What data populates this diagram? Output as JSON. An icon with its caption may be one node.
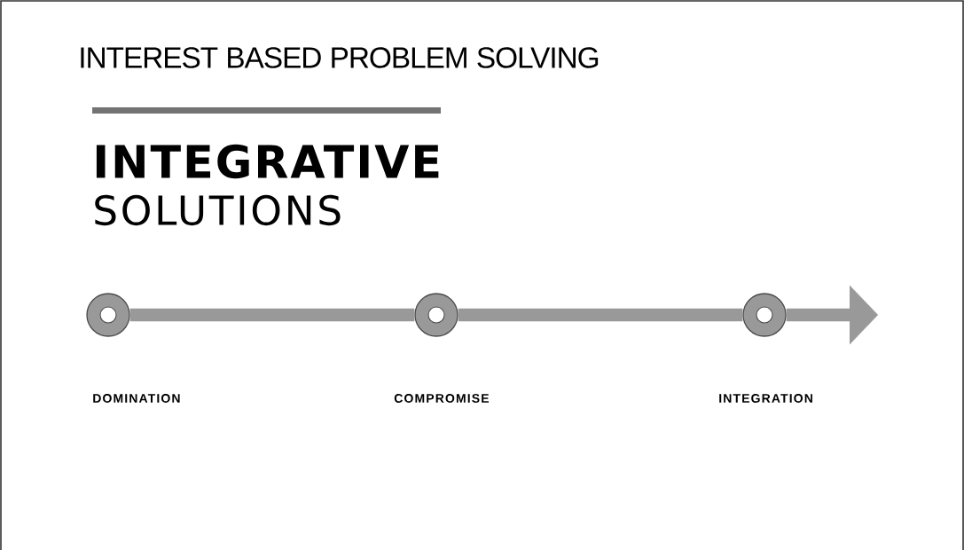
{
  "diagram": {
    "title": "INTEREST BASED PROBLEM SOLVING",
    "nodes": [
      {
        "text": [],
        "shape": "circle"
      },
      {
        "text": [],
        "shape": "circle"
      },
      {
        "text": [],
        "shape": "circle"
      }
    ],
    "edges": [
      {
        "from": 0,
        "to": 1,
        "arrow": "none"
      },
      {
        "from": 1,
        "to": 2,
        "arrow": "none"
      },
      {
        "from": 2,
        "to": null,
        "arrow": "to"
      }
    ],
    "labels": [
      "INTEGRATIVE",
      "SOLUTIONS",
      "DOMINATION",
      "COMPROMISE",
      "INTEGRATION"
    ]
  }
}
